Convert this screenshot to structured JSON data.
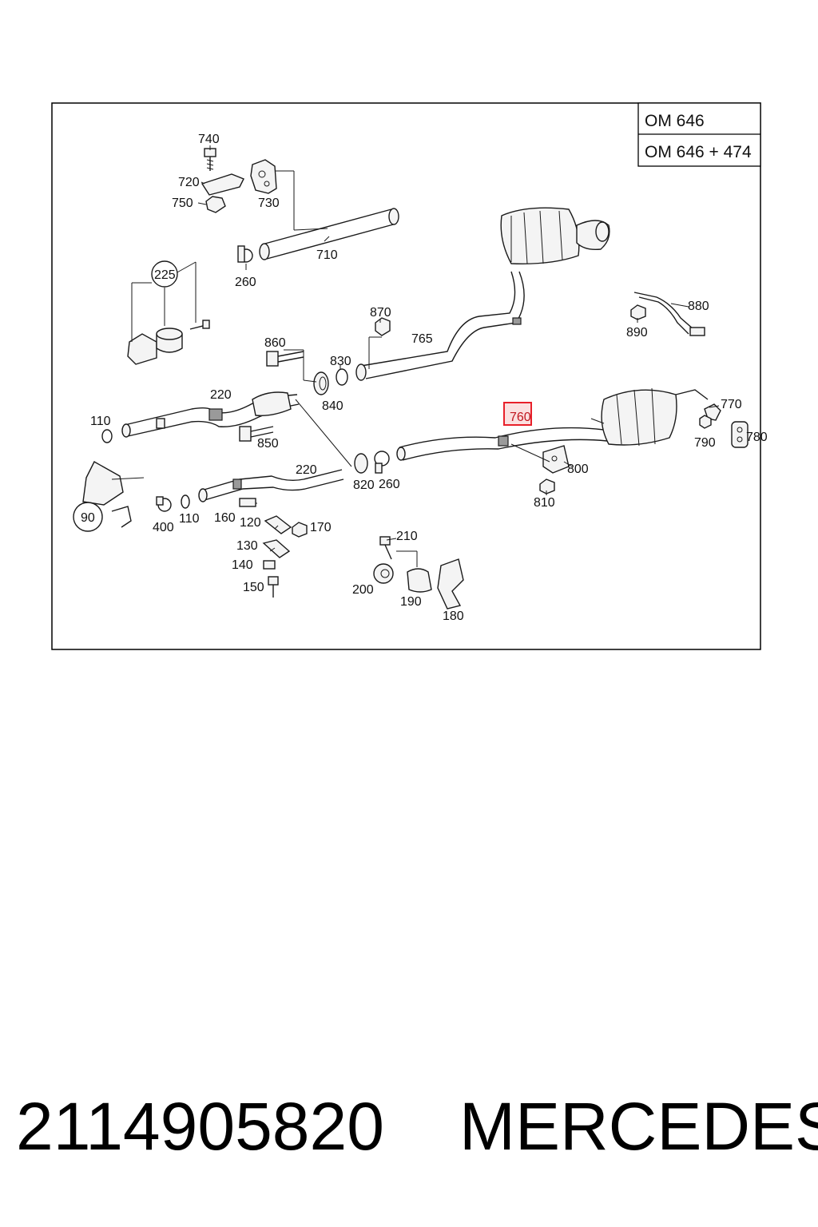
{
  "legend": {
    "row_1": "OM 646",
    "row_2": "OM 646 + 474"
  },
  "callouts": {
    "c740": "740",
    "c720": "720",
    "c750": "750",
    "c730": "730",
    "c710": "710",
    "c260a": "260",
    "c225": "225",
    "c870": "870",
    "c765": "765",
    "c860": "860",
    "c830": "830",
    "c840": "840",
    "c220a": "220",
    "c110a": "110",
    "c850": "850",
    "c220b": "220",
    "c820": "820",
    "c260b": "260",
    "c760": "760",
    "c800": "800",
    "c810": "810",
    "c880": "880",
    "c890": "890",
    "c770": "770",
    "c790": "790",
    "c780": "780",
    "c90": "90",
    "c400": "400",
    "c110b": "110",
    "c160": "160",
    "c120": "120",
    "c170": "170",
    "c130": "130",
    "c140": "140",
    "c150": "150",
    "c210": "210",
    "c200": "200",
    "c190": "190",
    "c180": "180"
  },
  "highlighted_callout": "760",
  "highlight_color": "#e8202a",
  "footer": {
    "part_number": "2114905820",
    "brand": "MERCEDES"
  }
}
